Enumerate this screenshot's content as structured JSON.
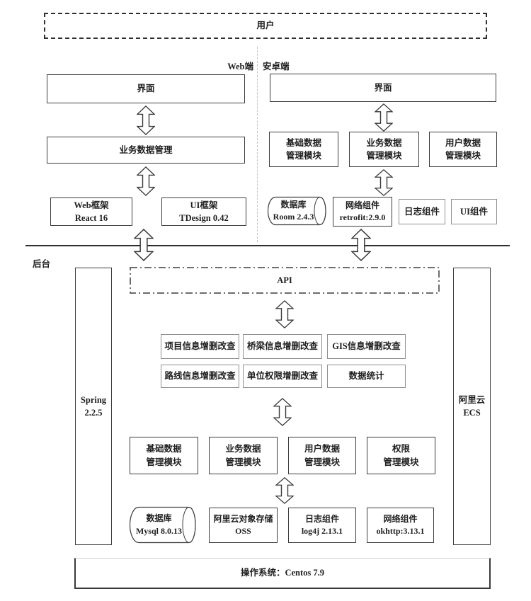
{
  "colors": {
    "border_dark": "#3d3d3d",
    "border_light": "#8f8f8f",
    "divider_gray": "#c2c2c2",
    "text": "#1f1f1f",
    "background": "#ffffff"
  },
  "top": {
    "user": "用户",
    "web_label": "Web端",
    "android_label": "安卓端"
  },
  "web": {
    "ui": "界面",
    "business": "业务数据管理",
    "framework": "Web框架\nReact 16",
    "ui_framework": "UI框架\nTDesign 0.42"
  },
  "android": {
    "ui": "界面",
    "base_module": "基础数据\n管理模块",
    "business_module": "业务数据\n管理模块",
    "user_module": "用户数据\n管理模块",
    "database": "数据库\nRoom 2.4.3",
    "network": "网络组件\nretrofit:2.9.0",
    "log": "日志组件",
    "ui_component": "UI组件"
  },
  "backend": {
    "label": "后台",
    "api": "API",
    "spring": "Spring\n2.2.5",
    "ecs": "阿里云\nECS",
    "crud": [
      "项目信息增删改查",
      "桥梁信息增删改查",
      "GIS信息增删改查",
      "路线信息增删改查",
      "单位权限增删改查",
      "数据统计"
    ],
    "modules": [
      "基础数据\n管理模块",
      "业务数据\n管理模块",
      "用户数据\n管理模块",
      "权限\n管理模块"
    ],
    "components": [
      "数据库\nMysql 8.0.13",
      "阿里云对象存储\nOSS",
      "日志组件\nlog4j 2.13.1",
      "网络组件\nokhttp:3.13.1"
    ],
    "os": "操作系统：Centos 7.9"
  }
}
